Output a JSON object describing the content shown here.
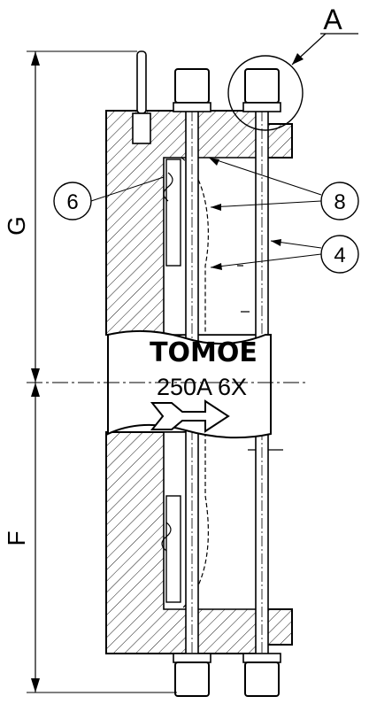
{
  "detail_label": "A",
  "dimensions": {
    "upper": "G",
    "lower": "F"
  },
  "callouts": {
    "c6": "6",
    "c8": "8",
    "c4": "4"
  },
  "nameplate": {
    "brand": "TOMOE",
    "model": "250A 6X"
  },
  "colors": {
    "ink": "#000000",
    "paper": "#ffffff"
  }
}
